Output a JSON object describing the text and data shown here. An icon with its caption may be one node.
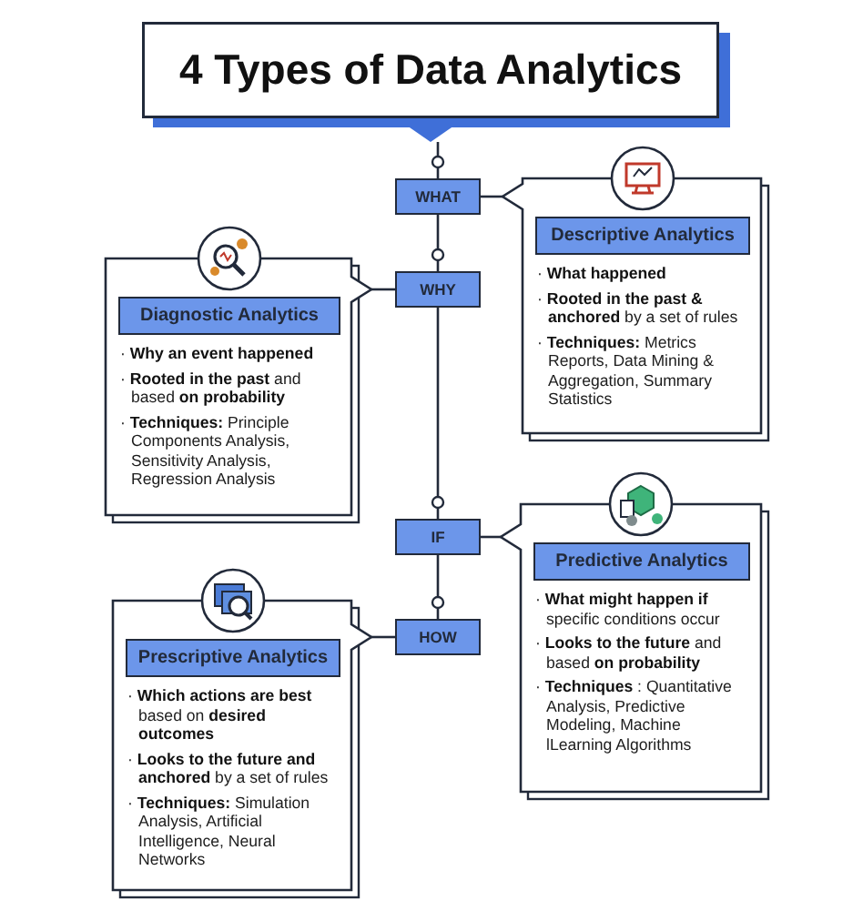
{
  "diagram": {
    "nodes": [
      {
        "text": [
          "4 Types of Data Analytics"
        ]
      },
      {
        "text": [
          "WHAT"
        ]
      },
      {
        "text": [
          "WHY"
        ]
      },
      {
        "text": [
          "IF"
        ]
      },
      {
        "text": [
          "HOW"
        ]
      },
      {
        "text": [
          "Descriptive Analytics",
          "· **What happened**",
          "· **Rooted in the past & anchored** by a set of rules",
          "· **Techniques:** Metrics Reports, Data Mining & Aggregation, Summary Statistics"
        ]
      },
      {
        "text": [
          "Diagnostic Analytics",
          "· **Why an event happened**",
          "· **Rooted in the past** and based **on probability**",
          "· **Techniques:** Principle Components Analysis, Sensitivity Analysis, Regression Analysis"
        ]
      },
      {
        "text": [
          "Predictive Analytics",
          "· **What might happen if** specific conditions occur",
          "· **Looks to the future** and based **on probability**",
          "· **Techniques** : Quantitative Analysis, Predictive Modeling, Machine lLearning Algorithms"
        ]
      },
      {
        "text": [
          "Prescriptive Analytics",
          "· **Which actions are best** based on **desired outcomes**",
          "· **Looks to the future and anchored** by a set of rules",
          "· **Techniques:** Simulation Analysis, Artificial Intelligence, Neural Networks"
        ]
      }
    ],
    "edges": [
      {
        "from": 0,
        "to": 1,
        "arrow": "other"
      },
      {
        "from": 1,
        "to": 2,
        "arrow": "other"
      },
      {
        "from": 2,
        "to": 3,
        "arrow": "other"
      },
      {
        "from": 3,
        "to": 4,
        "arrow": "other"
      },
      {
        "from": 1,
        "to": 5,
        "arrow": "none"
      },
      {
        "from": 2,
        "to": 6,
        "arrow": "none"
      },
      {
        "from": 3,
        "to": 7,
        "arrow": "none"
      },
      {
        "from": 4,
        "to": 8,
        "arrow": "none"
      }
    ]
  }
}
